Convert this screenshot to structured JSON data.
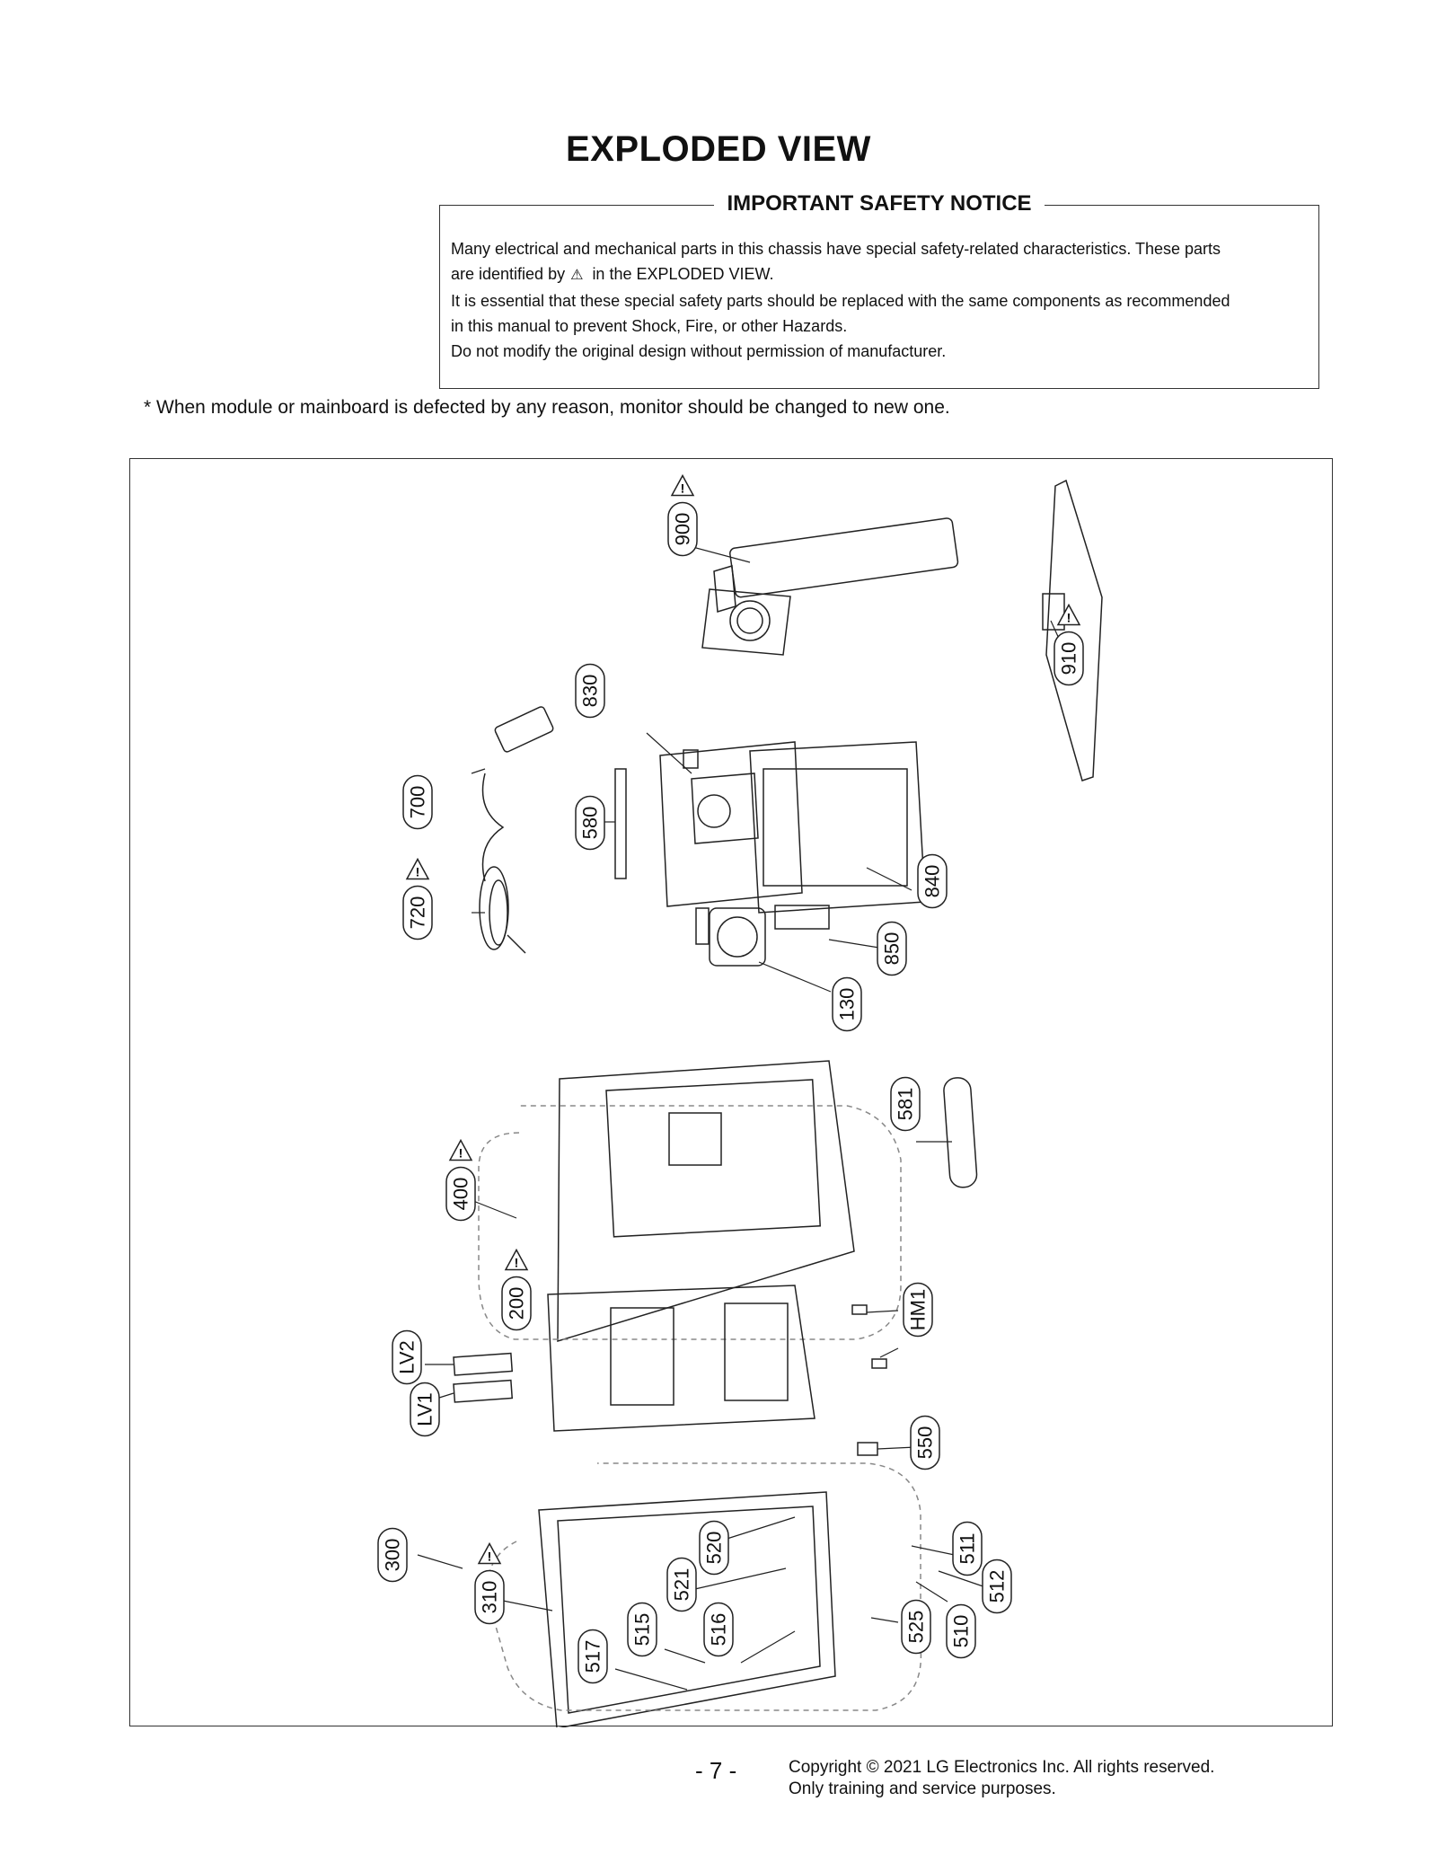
{
  "page": {
    "title": "EXPLODED VIEW",
    "notice": {
      "heading": "IMPORTANT SAFETY NOTICE",
      "line1a": "Many electrical and mechanical parts in this chassis have special safety-related characteristics. These parts",
      "line1b_pre": "are identified by",
      "line1b_post": "in the EXPLODED VIEW.",
      "line2a": "It is essential that these special safety parts should be replaced with the same components as recommended",
      "line2b": "in this manual to prevent Shock, Fire, or other Hazards.",
      "line3": "Do not modify the original design without permission of manufacturer."
    },
    "remark": "* When module or mainboard is defected by any reason, monitor should be changed to new one.",
    "page_number": "- 7 -",
    "copyright_line1": "Copyright © 2021 LG Electronics Inc. All rights reserved.",
    "copyright_line2": "Only training and service purposes."
  },
  "callouts": [
    {
      "id": "900",
      "safety": true
    },
    {
      "id": "910",
      "safety": true
    },
    {
      "id": "830",
      "safety": false
    },
    {
      "id": "700",
      "safety": false
    },
    {
      "id": "580",
      "safety": false
    },
    {
      "id": "720",
      "safety": true
    },
    {
      "id": "840",
      "safety": false
    },
    {
      "id": "850",
      "safety": false
    },
    {
      "id": "130",
      "safety": false
    },
    {
      "id": "581",
      "safety": false
    },
    {
      "id": "400",
      "safety": true
    },
    {
      "id": "200",
      "safety": true
    },
    {
      "id": "HM1",
      "safety": false
    },
    {
      "id": "LV2",
      "safety": false
    },
    {
      "id": "LV1",
      "safety": false
    },
    {
      "id": "550",
      "safety": false
    },
    {
      "id": "300",
      "safety": false
    },
    {
      "id": "310",
      "safety": true
    },
    {
      "id": "520",
      "safety": false
    },
    {
      "id": "511",
      "safety": false
    },
    {
      "id": "521",
      "safety": false
    },
    {
      "id": "512",
      "safety": false
    },
    {
      "id": "515",
      "safety": false
    },
    {
      "id": "516",
      "safety": false
    },
    {
      "id": "525",
      "safety": false
    },
    {
      "id": "510",
      "safety": false
    },
    {
      "id": "517",
      "safety": false
    }
  ]
}
